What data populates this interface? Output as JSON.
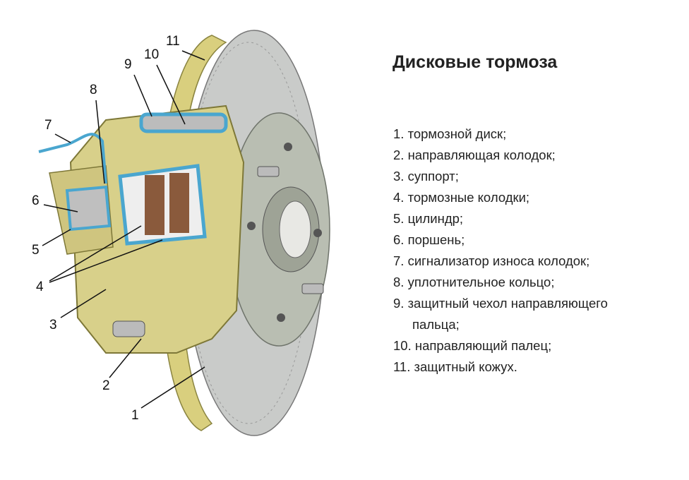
{
  "title": "Дисковые тормоза",
  "callouts": [
    "1",
    "2",
    "3",
    "4",
    "5",
    "6",
    "7",
    "8",
    "9",
    "10",
    "11"
  ],
  "legend": [
    "1. тормозной диск;",
    "2. направляющая колодок;",
    "3. суппорт;",
    "4. тормозные колодки;",
    "5. цилиндр;",
    "6. поршень;",
    "7. сигнализатор износа колодок;",
    "8. уплотнительное кольцо;",
    "9. защитный чехол направляющего",
    "пальца;",
    "10. направляющий палец;",
    "11. защитный кожух."
  ],
  "colors": {
    "caliper": "#d8d08a",
    "disc": "#c9cbc9",
    "shield": "#d9cf7e",
    "fluid": "#4aa6cf",
    "pad": "#8a5a3c"
  }
}
